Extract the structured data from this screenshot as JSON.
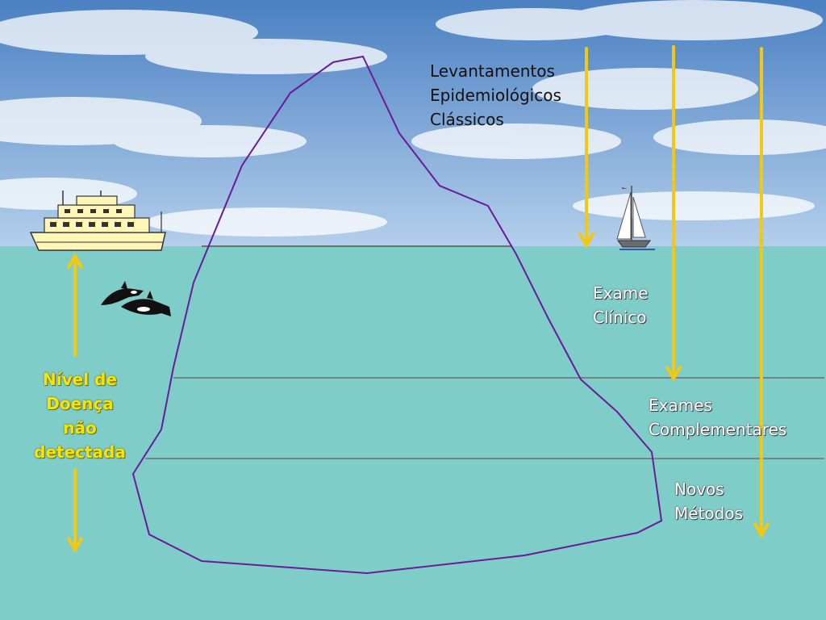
{
  "levels": {
    "classic_surveys": [
      "Levantamentos",
      "Epidemiológicos",
      "Clássicos"
    ],
    "clinical_exam": [
      "Exame",
      "Clínico"
    ],
    "complementary_exams": [
      "Exames",
      "Complementares"
    ],
    "new_methods": [
      "Novos",
      "Métodos"
    ]
  },
  "undetected": [
    "Nível de",
    "Doença",
    "não",
    "detectada"
  ],
  "colors": {
    "sky_top": "#4f86c6",
    "sky_bottom": "#a9c6e6",
    "sea": "#7fcdc9",
    "iceberg_outline": "#6a1b9a",
    "level_line": "#6e6e6e",
    "arrow": "#f2c811",
    "undetected_text": "#f5e600"
  },
  "icons": [
    "motor-yacht-icon",
    "sailboat-icon",
    "orca-icon"
  ]
}
